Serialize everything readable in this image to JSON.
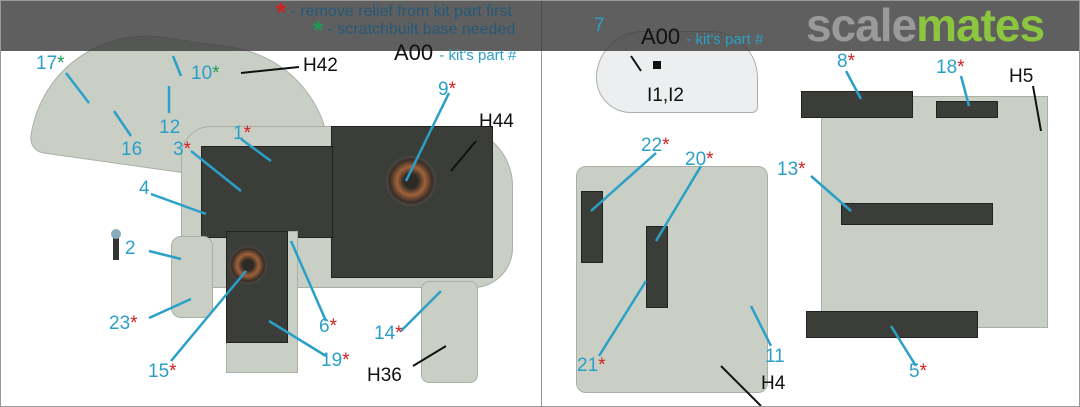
{
  "legend": {
    "red_text": "- remove relief from kit part first",
    "green_text": "- scratchbuilt base needed",
    "star": "*",
    "kit_code": "A00",
    "kit_text": "- kit's part #"
  },
  "watermark": {
    "left": "scale",
    "right": "mates"
  },
  "colors": {
    "label": "#2aa0c8",
    "red_star": "#d32020",
    "green_star": "#1f9a55"
  },
  "left_labels": {
    "l17": "17",
    "h42": "H42",
    "l10": "10",
    "l12": "12",
    "l16": "16",
    "l1": "1",
    "l9": "9",
    "h44": "H44",
    "l3": "3",
    "l4": "4",
    "l2": "2",
    "l23": "23",
    "l15": "15",
    "l19": "19",
    "l6": "6",
    "l14": "14",
    "h36": "H36"
  },
  "right_labels": {
    "l7": "7",
    "i1i2": "I1,I2",
    "l8": "8",
    "l18": "18",
    "h5": "H5",
    "l22": "22",
    "l20": "20",
    "l13": "13",
    "l21": "21",
    "l11": "11",
    "h4": "H4",
    "l5": "5"
  }
}
